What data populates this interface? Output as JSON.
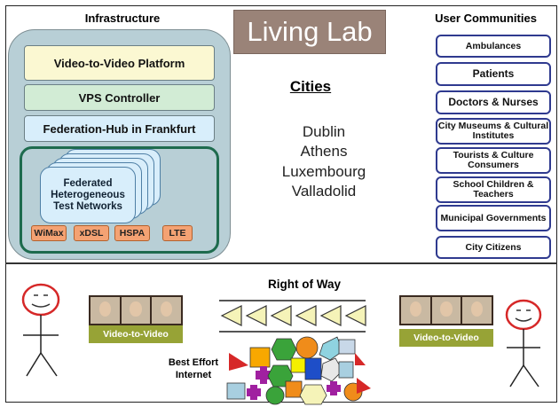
{
  "title": "Living Lab",
  "infrastructure": {
    "title": "Infrastructure",
    "video_platform": "Video-to-Video Platform",
    "vps_controller": "VPS Controller",
    "federation_hub": "Federation-Hub in Frankfurt",
    "networks": "Federated Heterogeneous Test Networks",
    "technologies": [
      "WiMax",
      "xDSL",
      "HSPA",
      "LTE"
    ]
  },
  "cities": {
    "title": "Cities",
    "list": [
      "Dublin",
      "Athens",
      "Luxembourg",
      "Valladolid"
    ]
  },
  "user_communities": {
    "title": "User Communities",
    "items": [
      "Ambulances",
      "Patients",
      "Doctors & Nurses",
      "City Museums & Cultural Institutes",
      "Tourists & Culture Consumers",
      "School Children & Teachers",
      "Municipal Governments",
      "City Citizens"
    ]
  },
  "bottom": {
    "right_of_way": "Right of Way",
    "best_effort": "Best Effort Internet",
    "video_label_left": "Video-to-Video",
    "video_label_right": "Video-to-Video"
  },
  "colors": {
    "living_lab_bg": "#9a8378",
    "infra_bg": "#b8cfd6",
    "community_border": "#2f3a8f",
    "video_label_bg": "#97a336",
    "tech_bg": "#f4a273",
    "face_outline": "#d62828"
  }
}
